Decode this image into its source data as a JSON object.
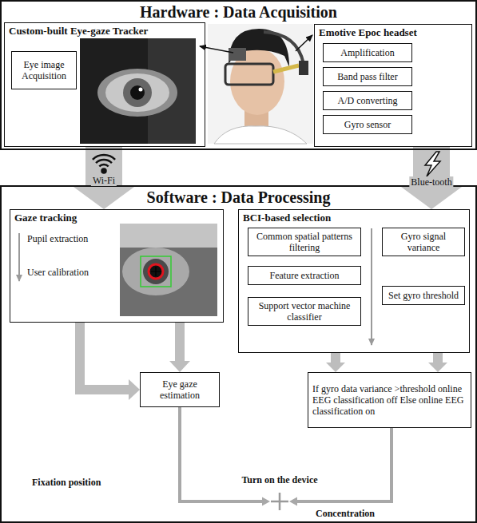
{
  "diagram": {
    "nodes": [
      {
        "text": [
          "Hardware : Data Acquisition"
        ]
      },
      {
        "text": [
          "Custom-built Eye-gaze Tracker"
        ],
        "in": 0
      },
      {
        "text": [
          "Eye image Acquisition"
        ],
        "in": 1
      },
      {
        "text": [
          "Emotive Epoc headset"
        ],
        "in": 0
      },
      {
        "text": [
          "Amplification"
        ],
        "in": 3
      },
      {
        "text": [
          "Band pass filter"
        ],
        "in": 3
      },
      {
        "text": [
          "A/D converting"
        ],
        "in": 3
      },
      {
        "text": [
          "Gyro sensor"
        ],
        "in": 3
      },
      {
        "text": [
          "Software : Data Processing"
        ]
      },
      {
        "text": [
          "Gaze tracking",
          "Pupil extraction",
          "User calibration"
        ],
        "in": 8
      },
      {
        "text": [
          "BCI-based selection"
        ],
        "in": 8
      },
      {
        "text": [
          "Common spatial patterns filtering"
        ],
        "in": 10
      },
      {
        "text": [
          "Gyro signal variance"
        ],
        "in": 10
      },
      {
        "text": [
          "Feature extraction"
        ],
        "in": 10
      },
      {
        "text": [
          "Support vector machine classifier"
        ],
        "in": 10
      },
      {
        "text": [
          "Set gyro threshold"
        ],
        "in": 10
      },
      {
        "text": [
          "Eye gaze estimation"
        ],
        "in": 8
      },
      {
        "text": [
          "If gyro data variance >threshold online EEG classification off Else online EEG classification on"
        ],
        "in": 8
      },
      {
        "text": [
          "Turn on the device"
        ],
        "in": 8
      }
    ],
    "edges": [
      {
        "from": 1,
        "to": 9,
        "label": "Wi-Fi",
        "arrow": "to"
      },
      {
        "from": 3,
        "to": 10,
        "label": "Blue-tooth",
        "arrow": "to"
      },
      {
        "from": 9,
        "to": 16,
        "arrow": "to"
      },
      {
        "from": 9,
        "to": 16,
        "arrow": "to"
      },
      {
        "from": 10,
        "to": 17,
        "arrow": "to"
      },
      {
        "from": 10,
        "to": 17,
        "arrow": "to"
      },
      {
        "from": 16,
        "to": 18,
        "arrow": "to"
      },
      {
        "from": 17,
        "to": 18,
        "arrow": "to"
      }
    ],
    "labels": [
      "Fixation position",
      "Concentration"
    ]
  }
}
